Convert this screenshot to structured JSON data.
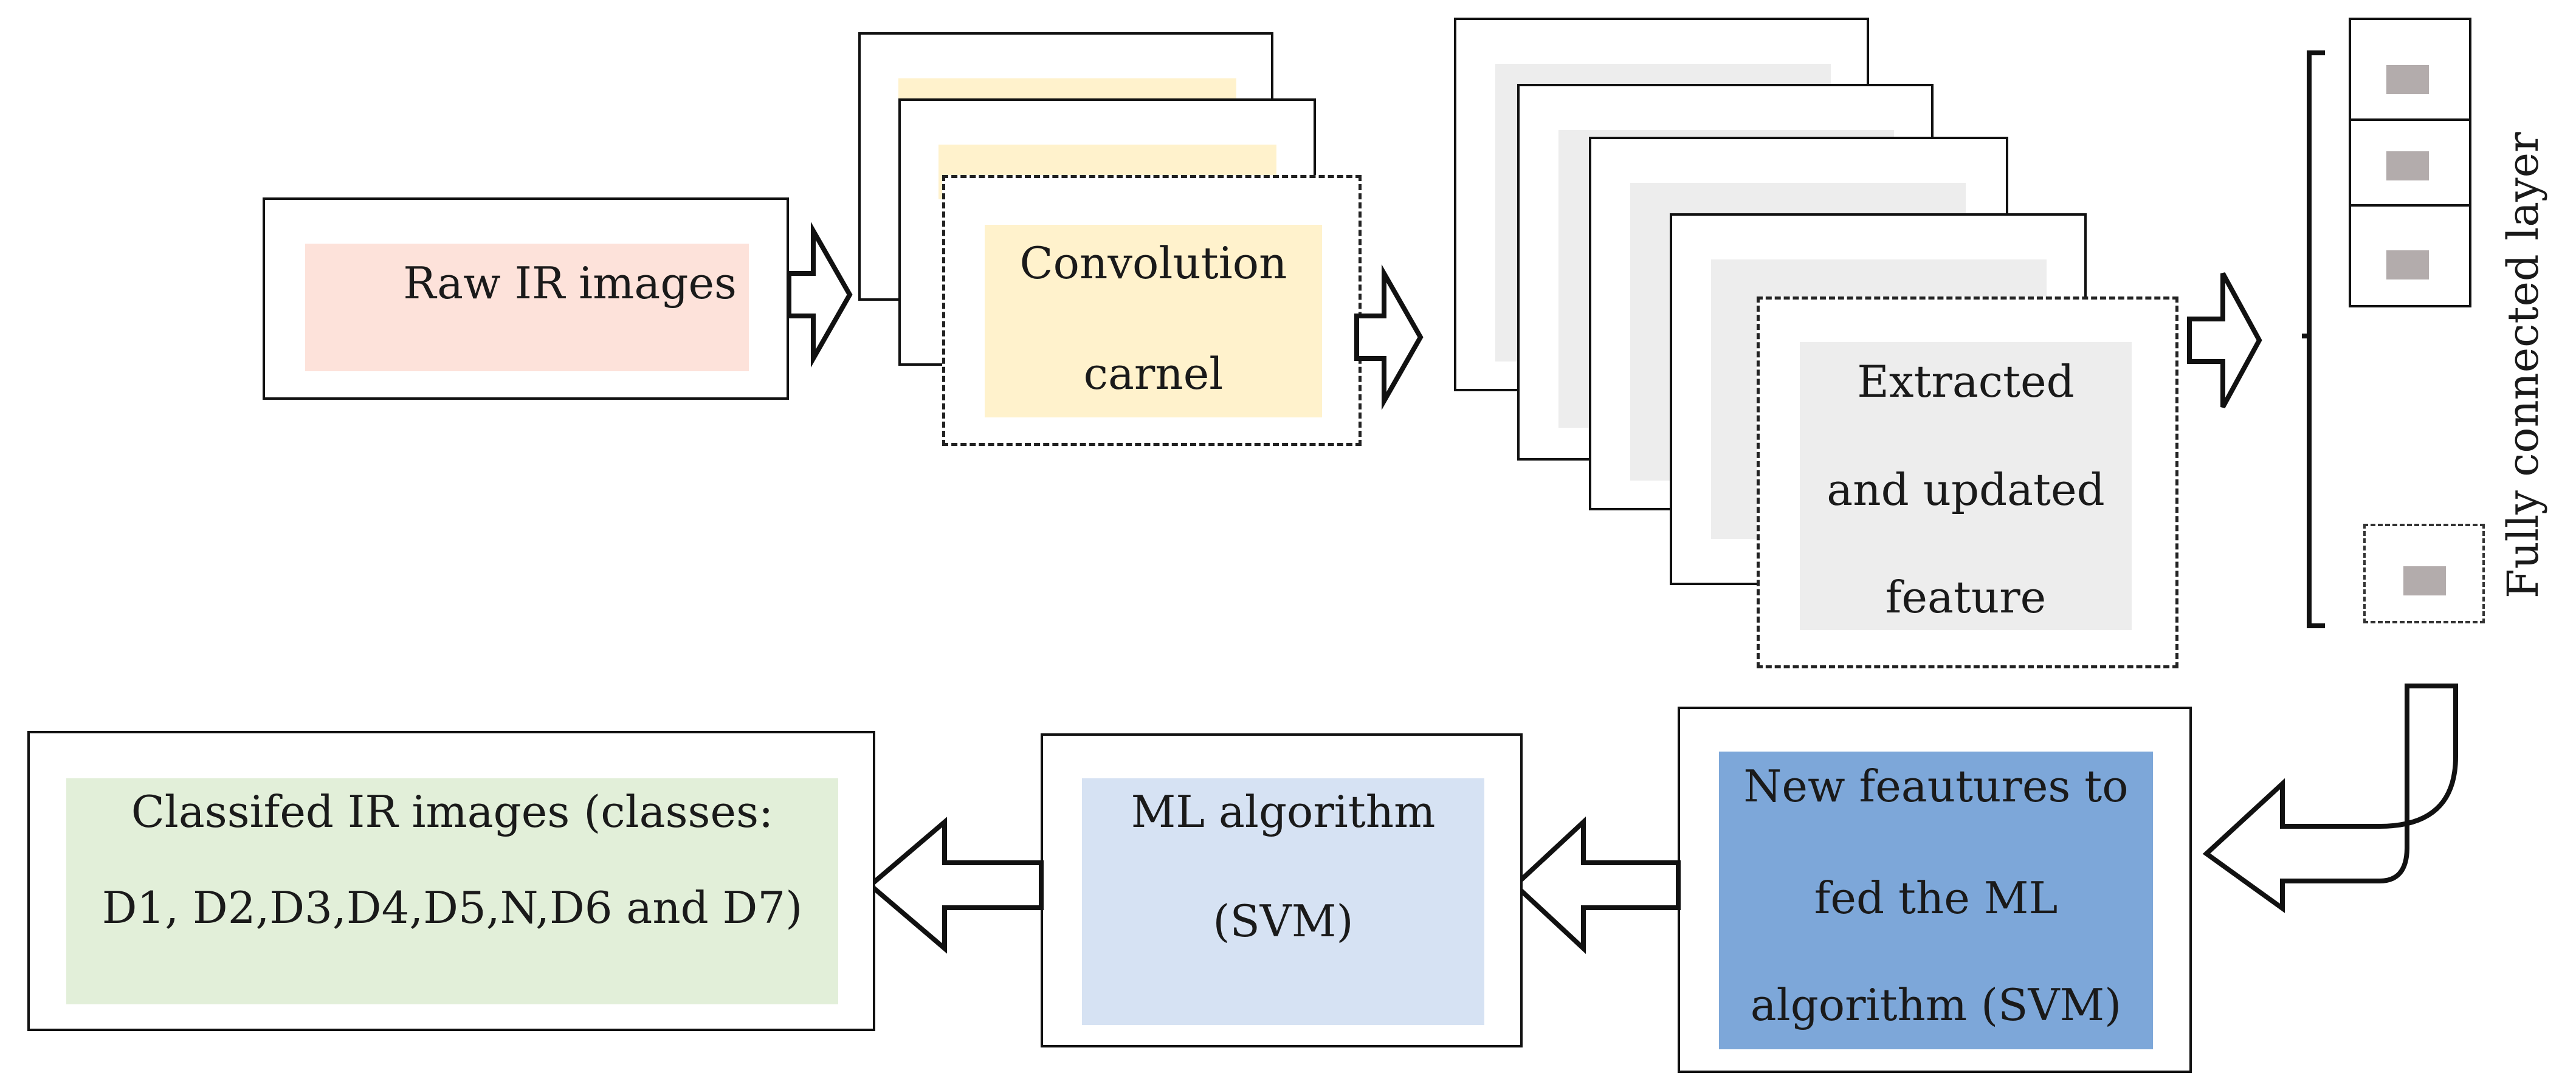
{
  "nodes": {
    "raw": {
      "label": "Raw IR images",
      "fill": "#fde2da"
    },
    "conv": {
      "line1": "Convolution",
      "line2": "carnel",
      "fill": "#fff2cc"
    },
    "feature": {
      "line1": "Extracted",
      "line2": "and updated",
      "line3": "feature",
      "fill": "#ededed"
    },
    "fc": {
      "label": "Fully connected layer",
      "cell_fill": "#b3acac"
    },
    "newfeat": {
      "line1": "New feautures to",
      "line2": "fed the ML",
      "line3": "algorithm (SVM)",
      "fill": "#7da7d9"
    },
    "ml": {
      "line1": "ML algorithm",
      "line2": "(SVM)",
      "fill": "#d6e2f3"
    },
    "classified": {
      "line1": "Classifed IR images (classes:",
      "line2": "D1, D2,D3,D4,D5,N,D6  and D7)",
      "fill": "#e2efd9"
    }
  },
  "colors": {
    "stroke": "#111111",
    "background": "#ffffff"
  }
}
